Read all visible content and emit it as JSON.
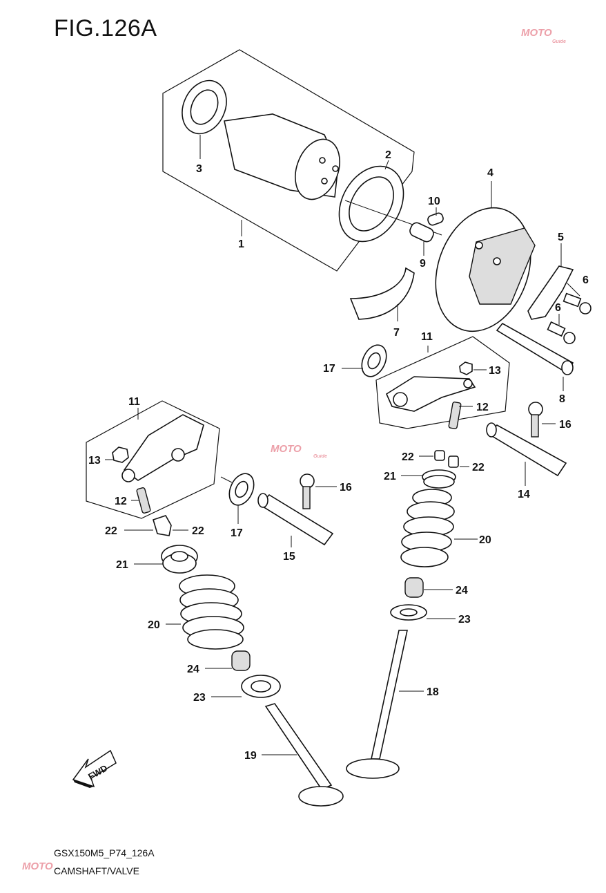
{
  "figure": {
    "title": "FIG.126A"
  },
  "footer": {
    "model_code": "GSX150M5_P74_126A",
    "section": "CAMSHAFT/VALVE"
  },
  "fwd_arrow": {
    "label": "FWD"
  },
  "watermark": {
    "text": "MOTO",
    "subtext": "Guide"
  },
  "callouts": {
    "c1": "1",
    "c2": "2",
    "c3": "3",
    "c4": "4",
    "c5": "5",
    "c6a": "6",
    "c6b": "6",
    "c7": "7",
    "c8": "8",
    "c9": "9",
    "c10": "10",
    "c11a": "11",
    "c11b": "11",
    "c12a": "12",
    "c12b": "12",
    "c13a": "13",
    "c13b": "13",
    "c14": "14",
    "c15": "15",
    "c16a": "16",
    "c16b": "16",
    "c17a": "17",
    "c17b": "17",
    "c18": "18",
    "c19": "19",
    "c20a": "20",
    "c20b": "20",
    "c21a": "21",
    "c21b": "21",
    "c22a": "22",
    "c22b": "22",
    "c22c": "22",
    "c22d": "22",
    "c23a": "23",
    "c23b": "23",
    "c24a": "24",
    "c24b": "24"
  },
  "colors": {
    "line": "#111111",
    "watermark": "#e06070"
  }
}
